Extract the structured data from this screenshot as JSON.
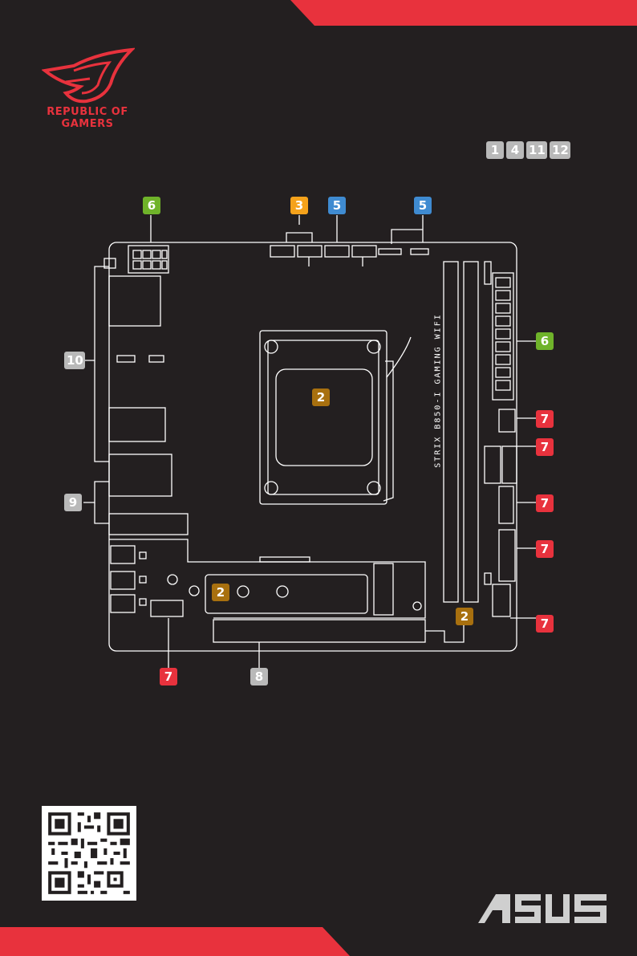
{
  "brand": {
    "rog_line1": "REPUBLIC OF",
    "rog_line2": "GAMERS",
    "asus_logo": "ASUS"
  },
  "board_name": "STRIX B850-I GAMING WIFI",
  "badges": {
    "top_right": [
      "1",
      "4",
      "11",
      "12"
    ],
    "cpu_power": "6",
    "fan_headers": "3",
    "rgb_header_left": "5",
    "rgb_header_right": "5",
    "atx_power": "6",
    "rear_io": "10",
    "audio": "9",
    "cpu_socket": "2",
    "m2_slot": "2",
    "dimm_slot": "2",
    "usb_header": "7",
    "sata_ports": "7",
    "sata_port_single": "7",
    "front_panel": "7",
    "system_panel": "7",
    "front_audio": "7",
    "pcie_slot": "8"
  },
  "colors": {
    "background": "#231f20",
    "accent_red": "#e8323d",
    "green": "#6fb32a",
    "orange": "#f5a21b",
    "blue": "#3f8bd1",
    "gray": "#b9b9b9",
    "bronze": "#a8700f"
  },
  "icons": [
    "rog-eye-logo-icon",
    "qr-code-icon",
    "asus-logo-icon"
  ]
}
